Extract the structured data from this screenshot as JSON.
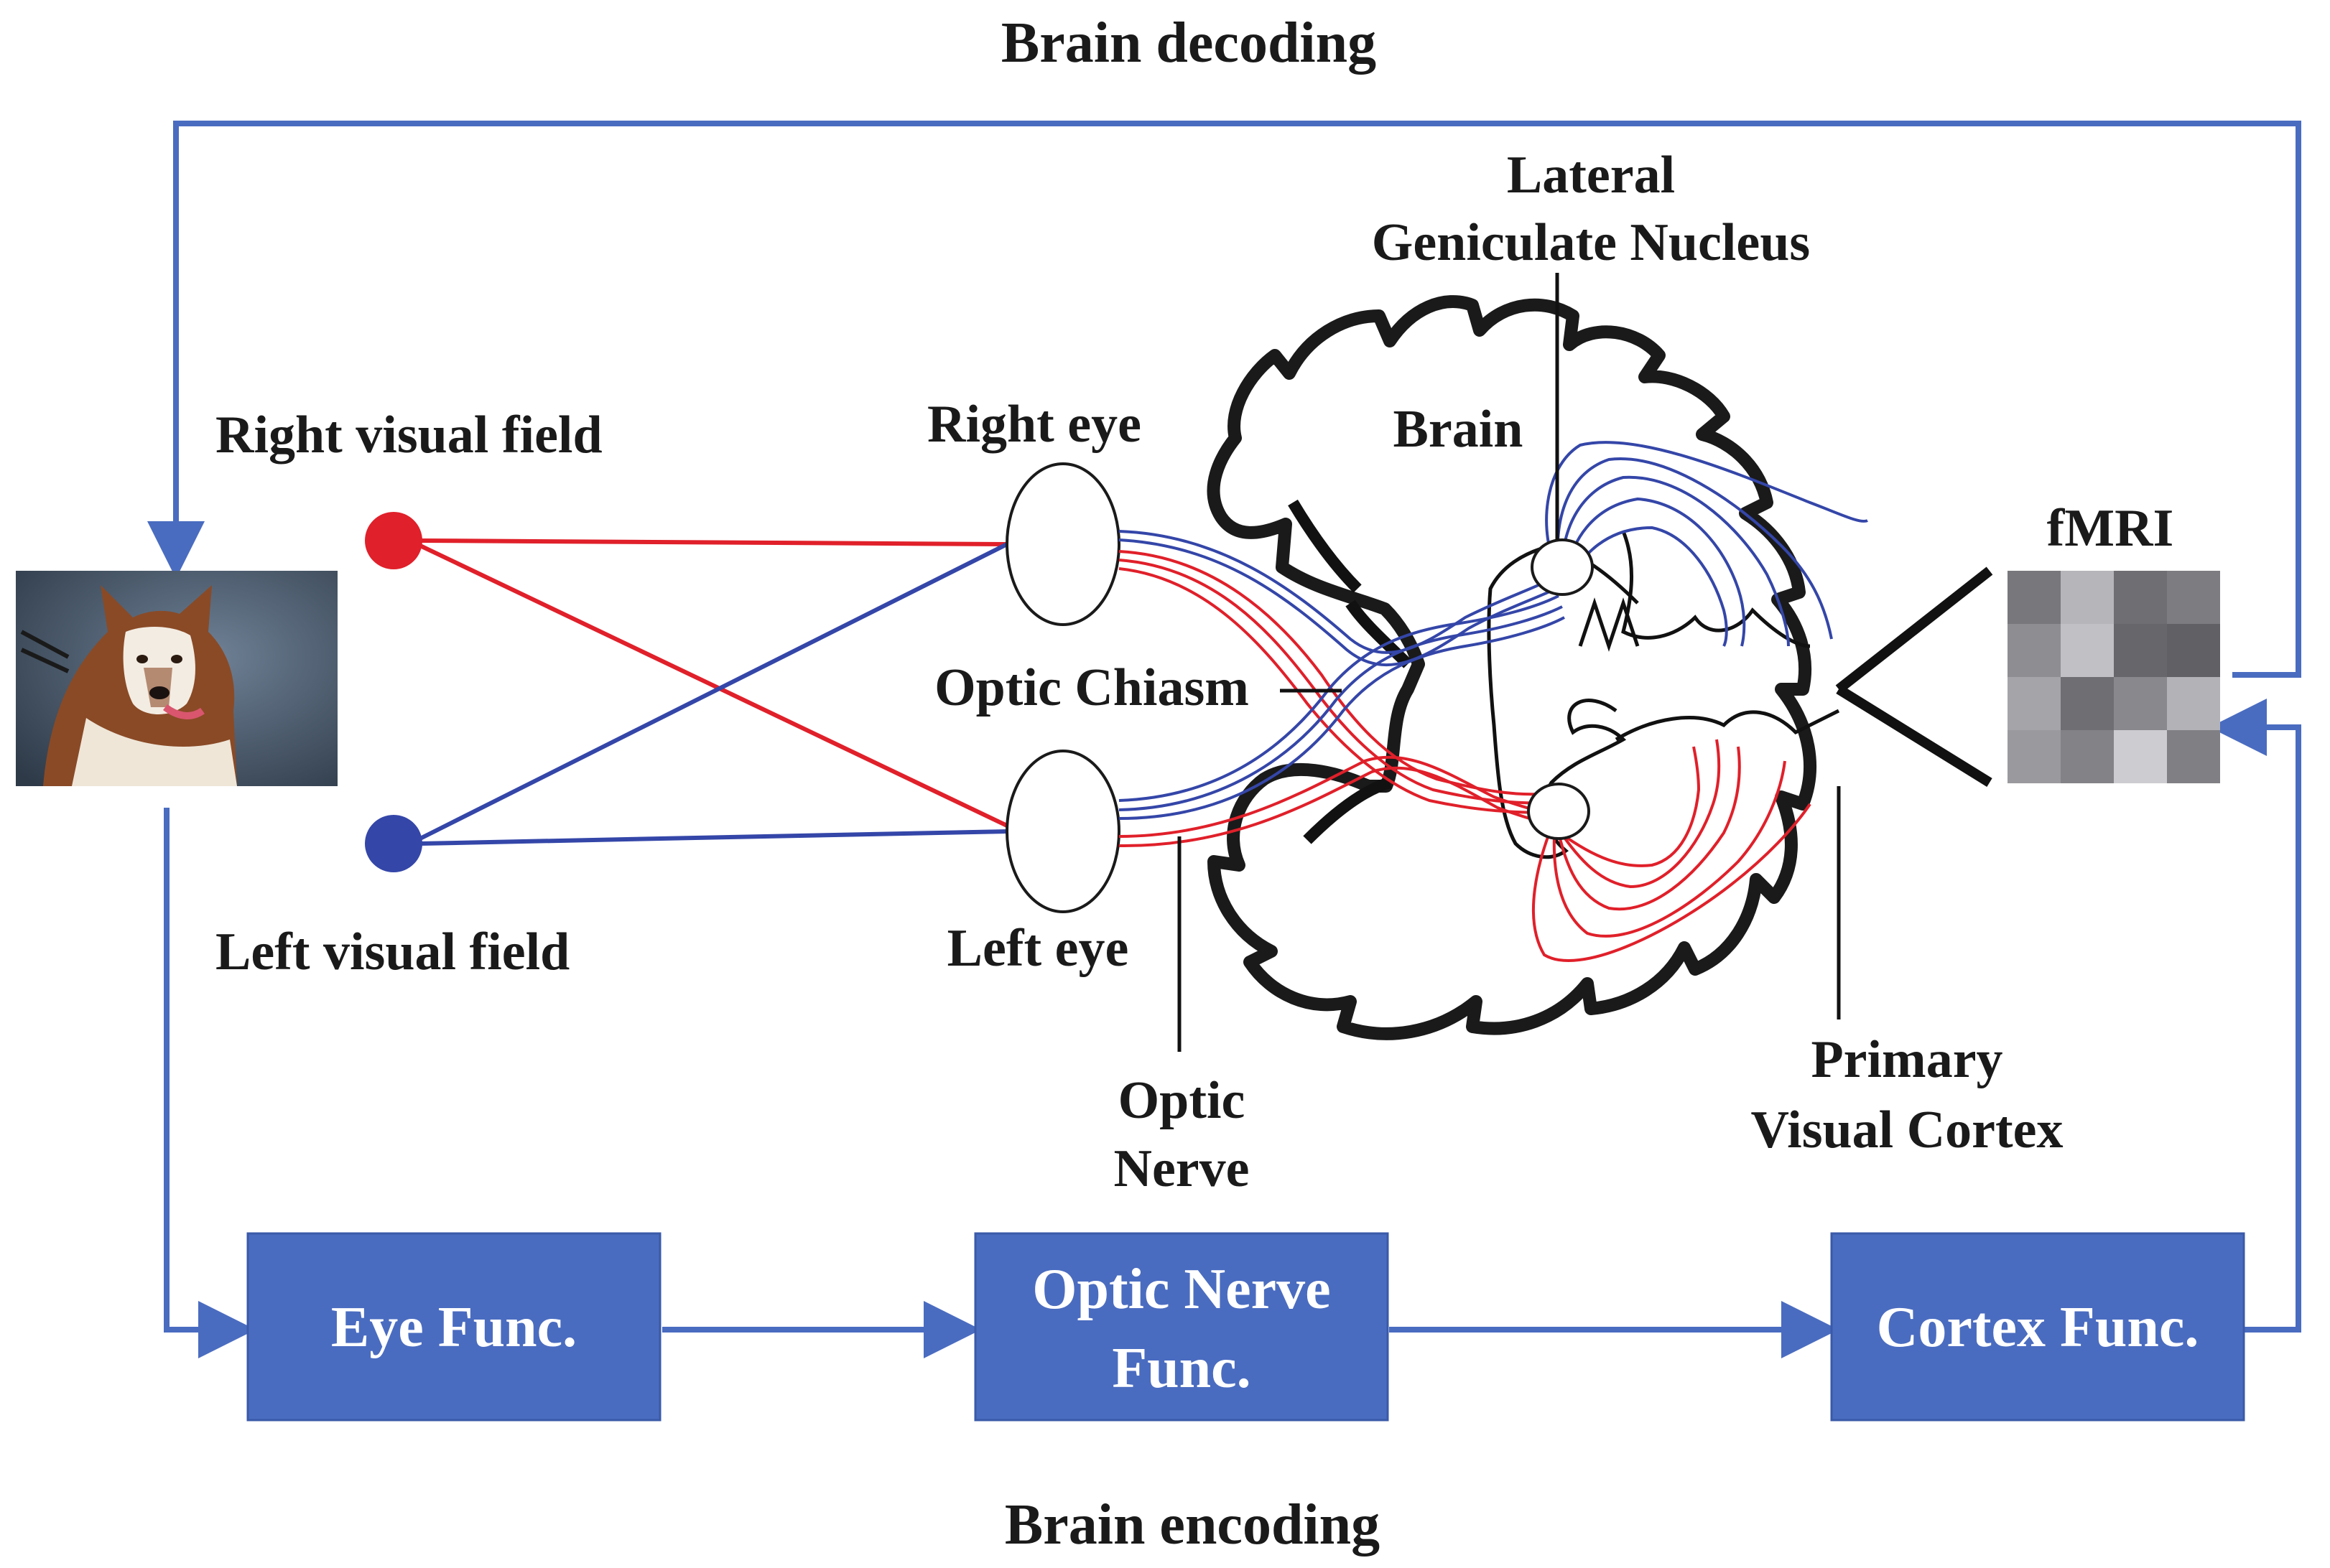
{
  "title_top": "Brain decoding",
  "title_bottom": "Brain encoding",
  "fields": {
    "right": "Right visual field",
    "left": "Left visual field"
  },
  "eyes": {
    "right": "Right eye",
    "left": "Left eye"
  },
  "anatomy": {
    "optic_chiasm": "Optic Chiasm",
    "optic_nerve_line1": "Optic",
    "optic_nerve_line2": "Nerve",
    "brain": "Brain",
    "lgn_line1": "Lateral",
    "lgn_line2": "Geniculate Nucleus",
    "v1_line1": "Primary",
    "v1_line2": "Visual Cortex",
    "fmri": "fMRI"
  },
  "boxes": {
    "eye_func": "Eye Func.",
    "optic_nerve_func_line1": "Optic Nerve",
    "optic_nerve_func_line2": "Func.",
    "cortex_func": "Cortex Func."
  },
  "colors": {
    "flow": "#4a6cc0",
    "right_field": "#e0202a",
    "left_field": "#3446a8"
  },
  "stimulus_icon": "husky-dog-photo",
  "fmri_grid": [
    [
      0.35,
      0.72,
      0.3,
      0.38
    ],
    [
      0.48,
      0.78,
      0.25,
      0.22
    ],
    [
      0.62,
      0.3,
      0.45,
      0.7
    ],
    [
      0.55,
      0.42,
      0.85,
      0.4
    ]
  ]
}
